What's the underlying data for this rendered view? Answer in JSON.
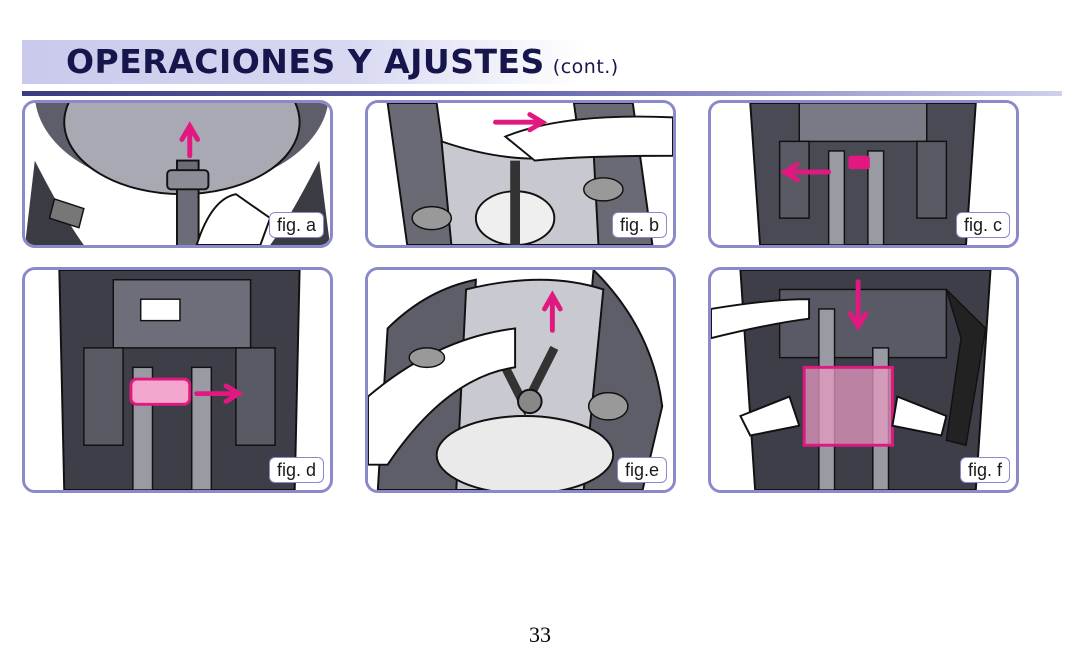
{
  "header": {
    "title": "OPERACIONES Y AJUSTES",
    "title_suffix": "(cont.)"
  },
  "colors": {
    "accent_pink": "#e0187f",
    "panel_border": "#8a8acb",
    "title_navy": "#16164c"
  },
  "figures": [
    {
      "label": "fig. a"
    },
    {
      "label": "fig. b"
    },
    {
      "label": "fig. c"
    },
    {
      "label": "fig. d"
    },
    {
      "label": "fig.e"
    },
    {
      "label": "fig. f"
    }
  ],
  "page_number": "33"
}
